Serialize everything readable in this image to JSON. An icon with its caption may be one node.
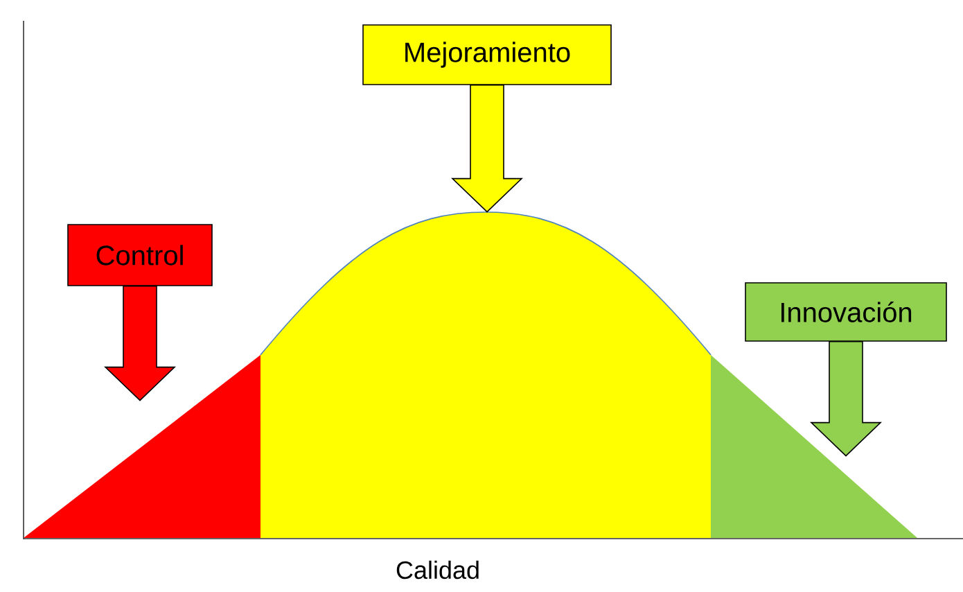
{
  "diagram": {
    "nodes": [
      {
        "text": [
          "Mejoramiento"
        ]
      },
      {
        "text": [
          "Control"
        ]
      },
      {
        "text": [
          "Innovación"
        ]
      },
      {
        "text": [],
        "shape": "bell-curve"
      },
      {
        "text": [],
        "shape": "triangle"
      },
      {
        "text": [],
        "shape": "triangle"
      }
    ],
    "edges": [
      {
        "from": 0,
        "to": 3,
        "arrow": "to",
        "color": "#ffff00"
      },
      {
        "from": 1,
        "to": 4,
        "arrow": "to",
        "color": "#ff0000"
      },
      {
        "from": 2,
        "to": 5,
        "arrow": "to",
        "color": "#92d050"
      }
    ],
    "labels": [
      "Calidad"
    ]
  }
}
